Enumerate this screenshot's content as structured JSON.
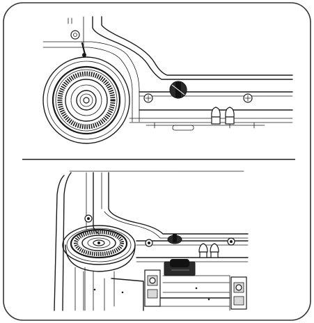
{
  "figure": {
    "panels": [
      {
        "id": "top",
        "view": "side-view",
        "components": [
          "front-wheel",
          "frame-housing",
          "adjustment-knob",
          "mounting-screw",
          "foot-pegs"
        ]
      },
      {
        "id": "bottom",
        "view": "perspective-view",
        "components": [
          "front-wheel",
          "frame-housing",
          "adjustment-knob",
          "foot-pegs",
          "underside-brackets"
        ]
      }
    ],
    "colors": {
      "line": "#1a1a1a",
      "background": "#ffffff",
      "frame": "#333333"
    }
  }
}
